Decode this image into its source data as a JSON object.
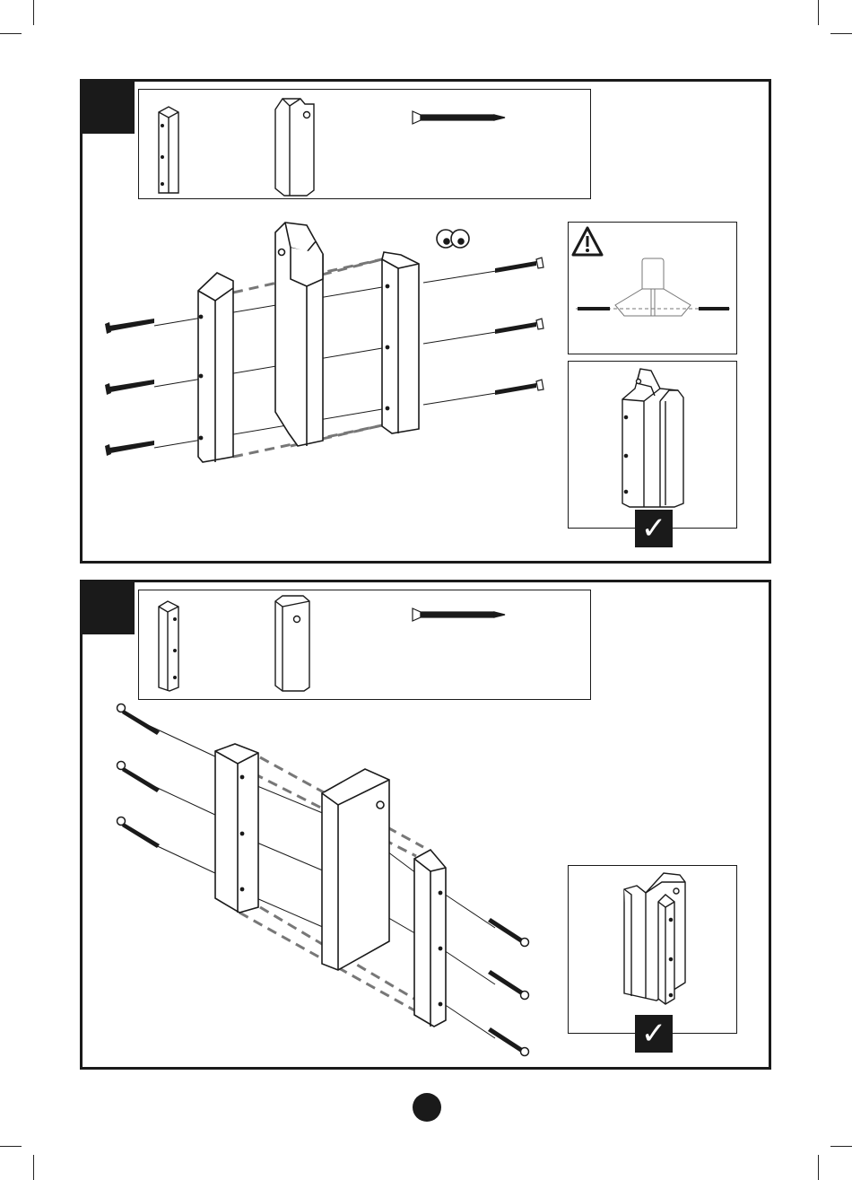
{
  "page": {
    "number": ""
  },
  "step1": {
    "label": "",
    "parts": [
      "side-post",
      "center-post-notched",
      "long-screw"
    ],
    "warning_icon": "warning-triangle-icon",
    "attention_icon": "eyes-icon",
    "ok_icon": "checkmark-icon",
    "ok_symbol": "✓"
  },
  "step2": {
    "label": "",
    "parts": [
      "side-post",
      "center-post-block",
      "long-screw"
    ],
    "ok_icon": "checkmark-icon",
    "ok_symbol": "✓"
  },
  "colors": {
    "ink": "#1a1a1a",
    "paper": "#ffffff"
  }
}
